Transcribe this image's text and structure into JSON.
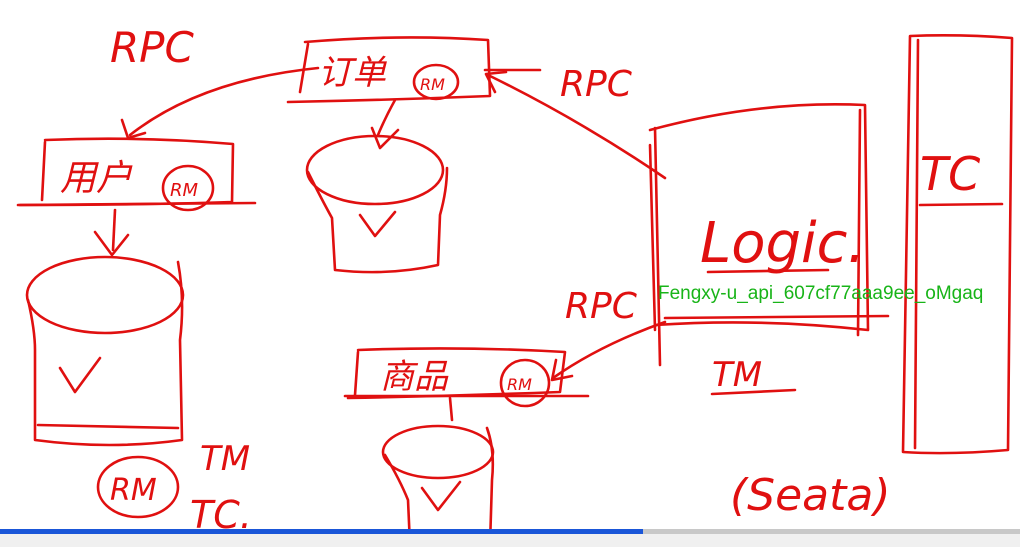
{
  "labels": {
    "rpc_top_left": "RPC",
    "rpc_top_right": "RPC",
    "rpc_middle": "RPC",
    "order_service": "订单",
    "user_service": "用户",
    "product_service": "商品",
    "rm": "RM",
    "logic": "Logic.",
    "tm": "TM",
    "tc": "TC",
    "legend_tm": "TM",
    "legend_tc": "TC.",
    "seata": "(Seata)"
  },
  "watermark": "Fengxy-u_api_607cf77aaa9ee_oMgaq",
  "video": {
    "progress": 0.63
  },
  "colors": {
    "ink": "#e01010",
    "watermark": "#18b418",
    "progress": "#1a56d8"
  }
}
